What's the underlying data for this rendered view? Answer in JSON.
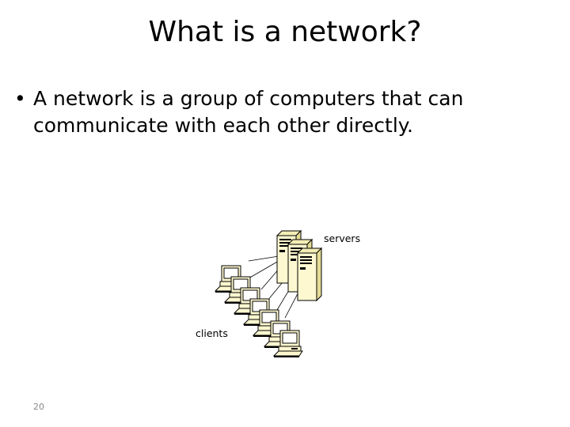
{
  "slide": {
    "title": "What is a network?",
    "bullets": [
      {
        "marker": "•",
        "text": "A network is a group of computers that can communicate with each other directly."
      }
    ],
    "figure": {
      "server_label": "servers",
      "client_label": "clients",
      "colors": {
        "body": "#fdf8cf",
        "stroke": "#000000"
      }
    },
    "page_number": "20"
  }
}
